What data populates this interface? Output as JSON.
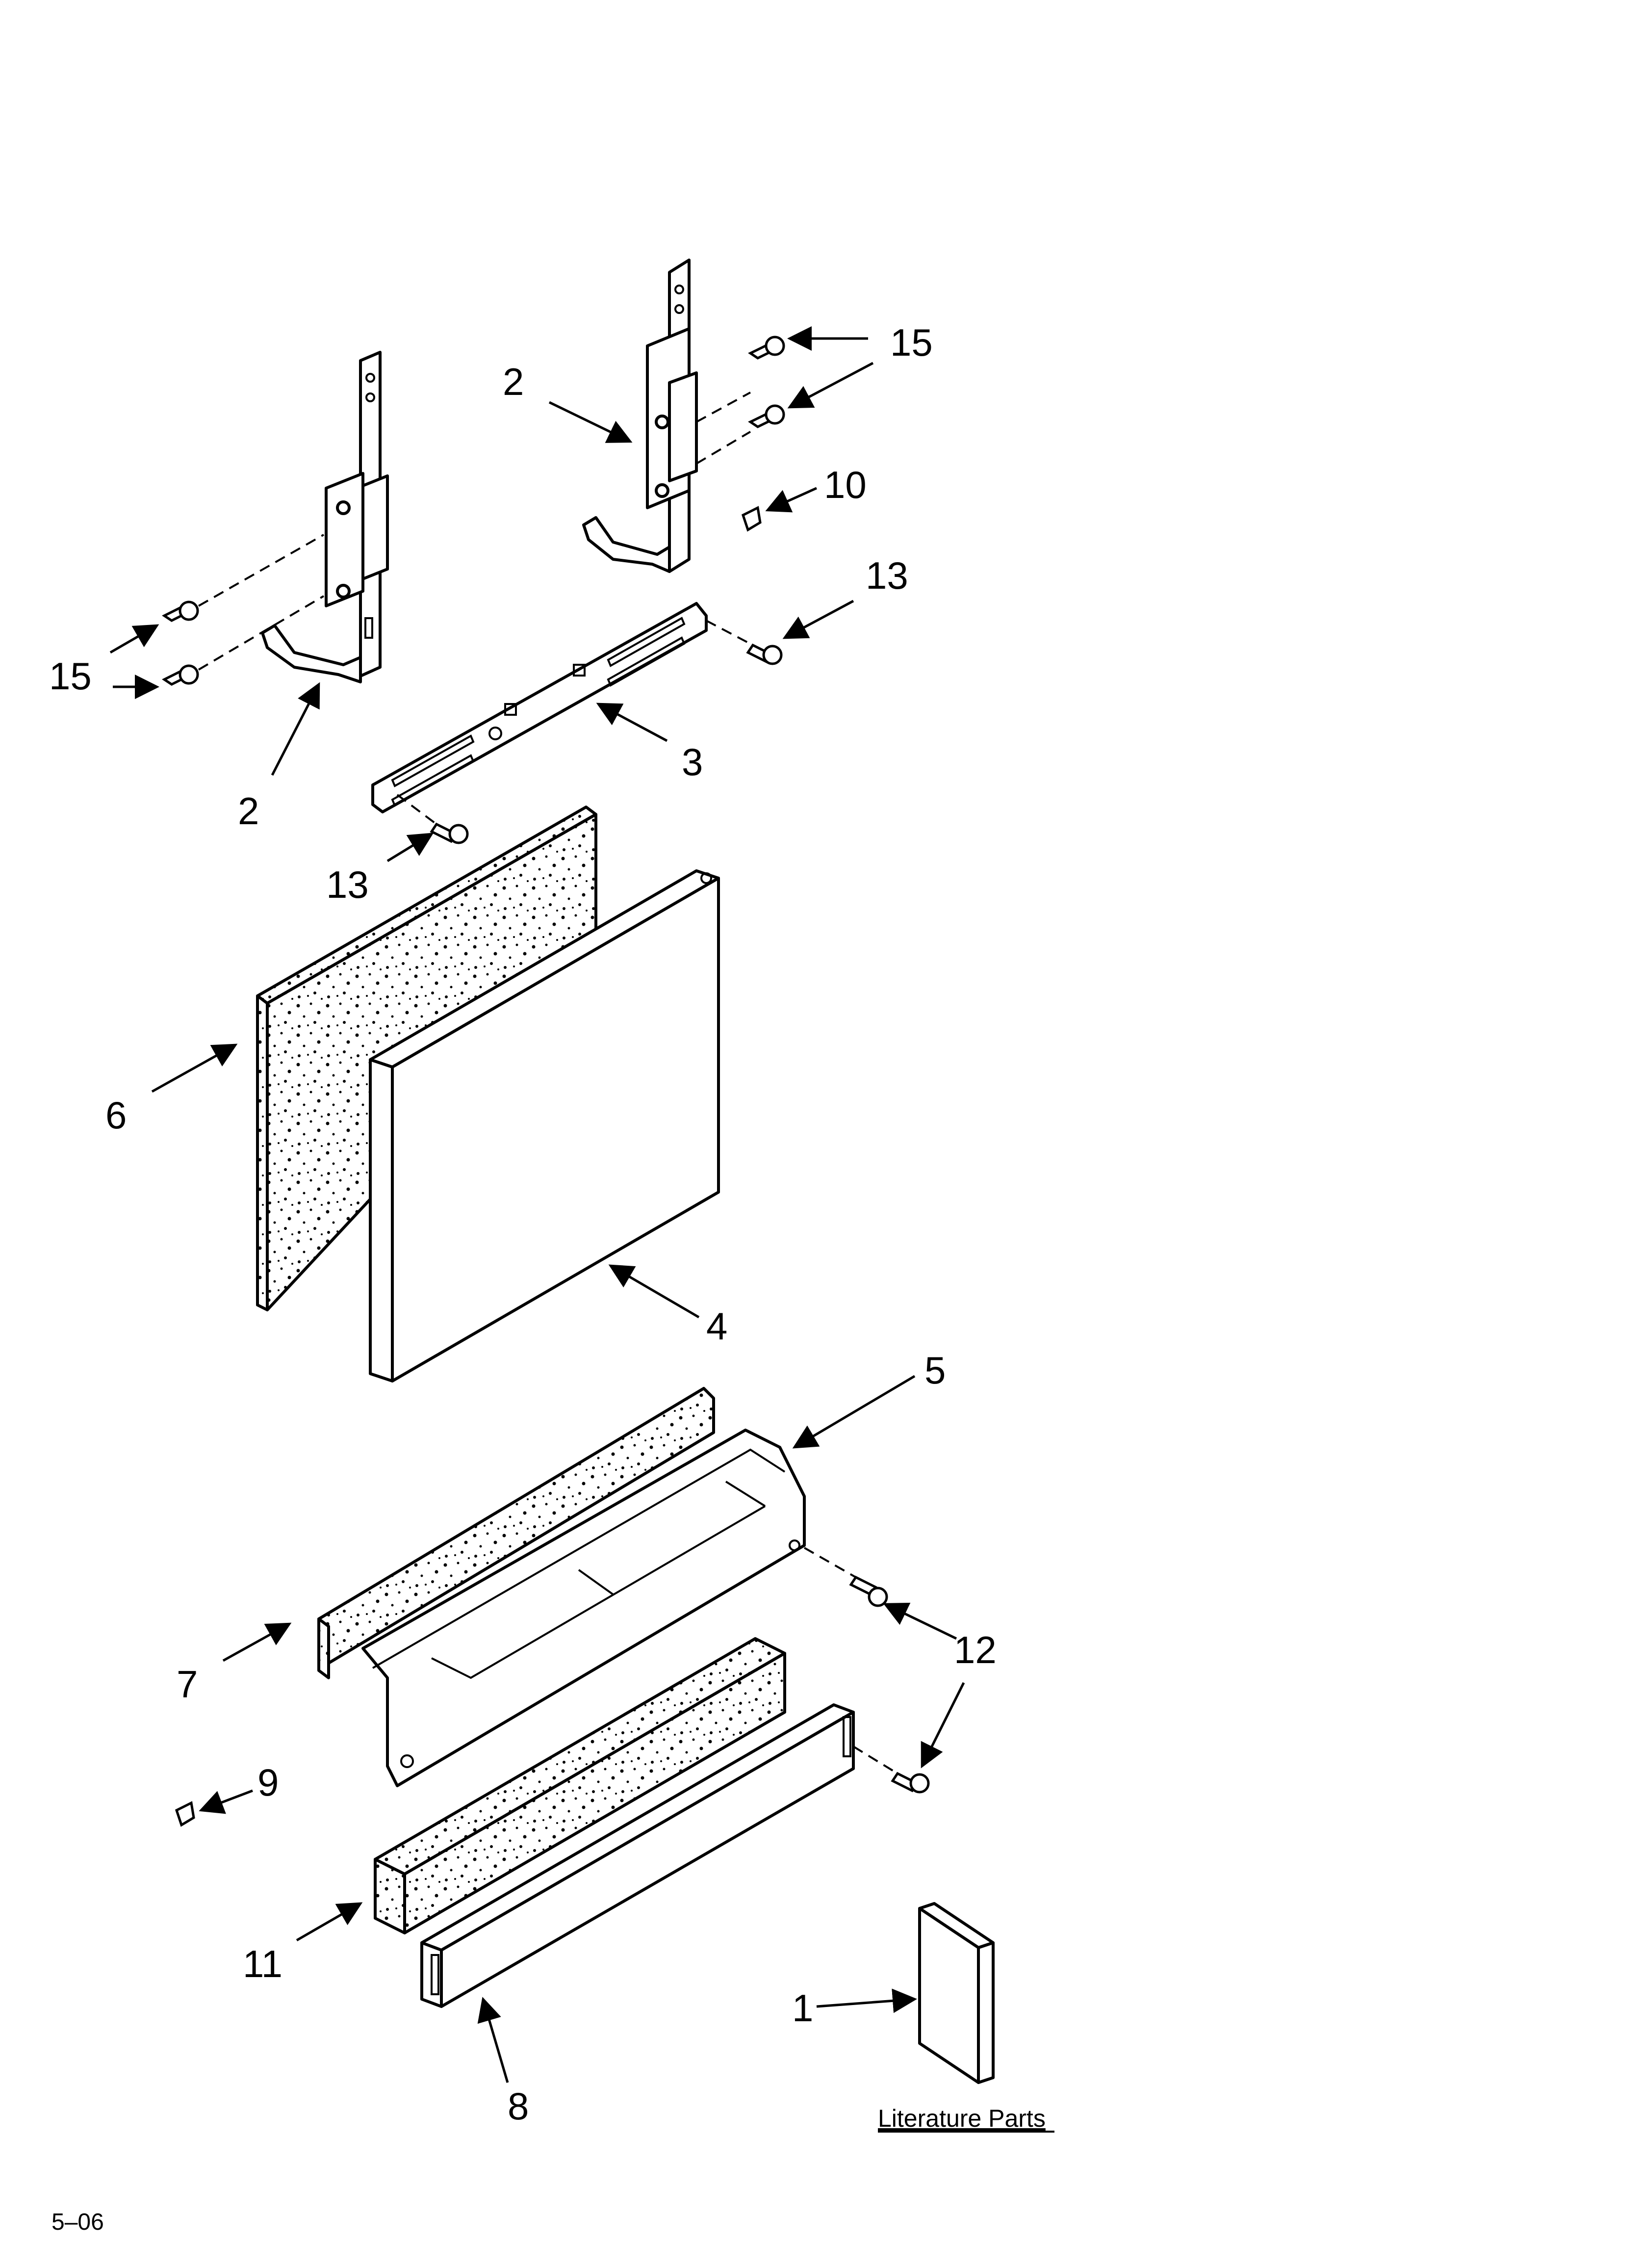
{
  "callouts": {
    "c1": "1",
    "c2a": "2",
    "c2b": "2",
    "c3": "3",
    "c4": "4",
    "c5": "5",
    "c6": "6",
    "c7": "7",
    "c8": "8",
    "c9": "9",
    "c10": "10",
    "c11": "11",
    "c12": "12",
    "c13a": "13",
    "c13b": "13",
    "c15a": "15",
    "c15b": "15"
  },
  "literature_label": "Literature Parts",
  "footer_code": "5–06"
}
